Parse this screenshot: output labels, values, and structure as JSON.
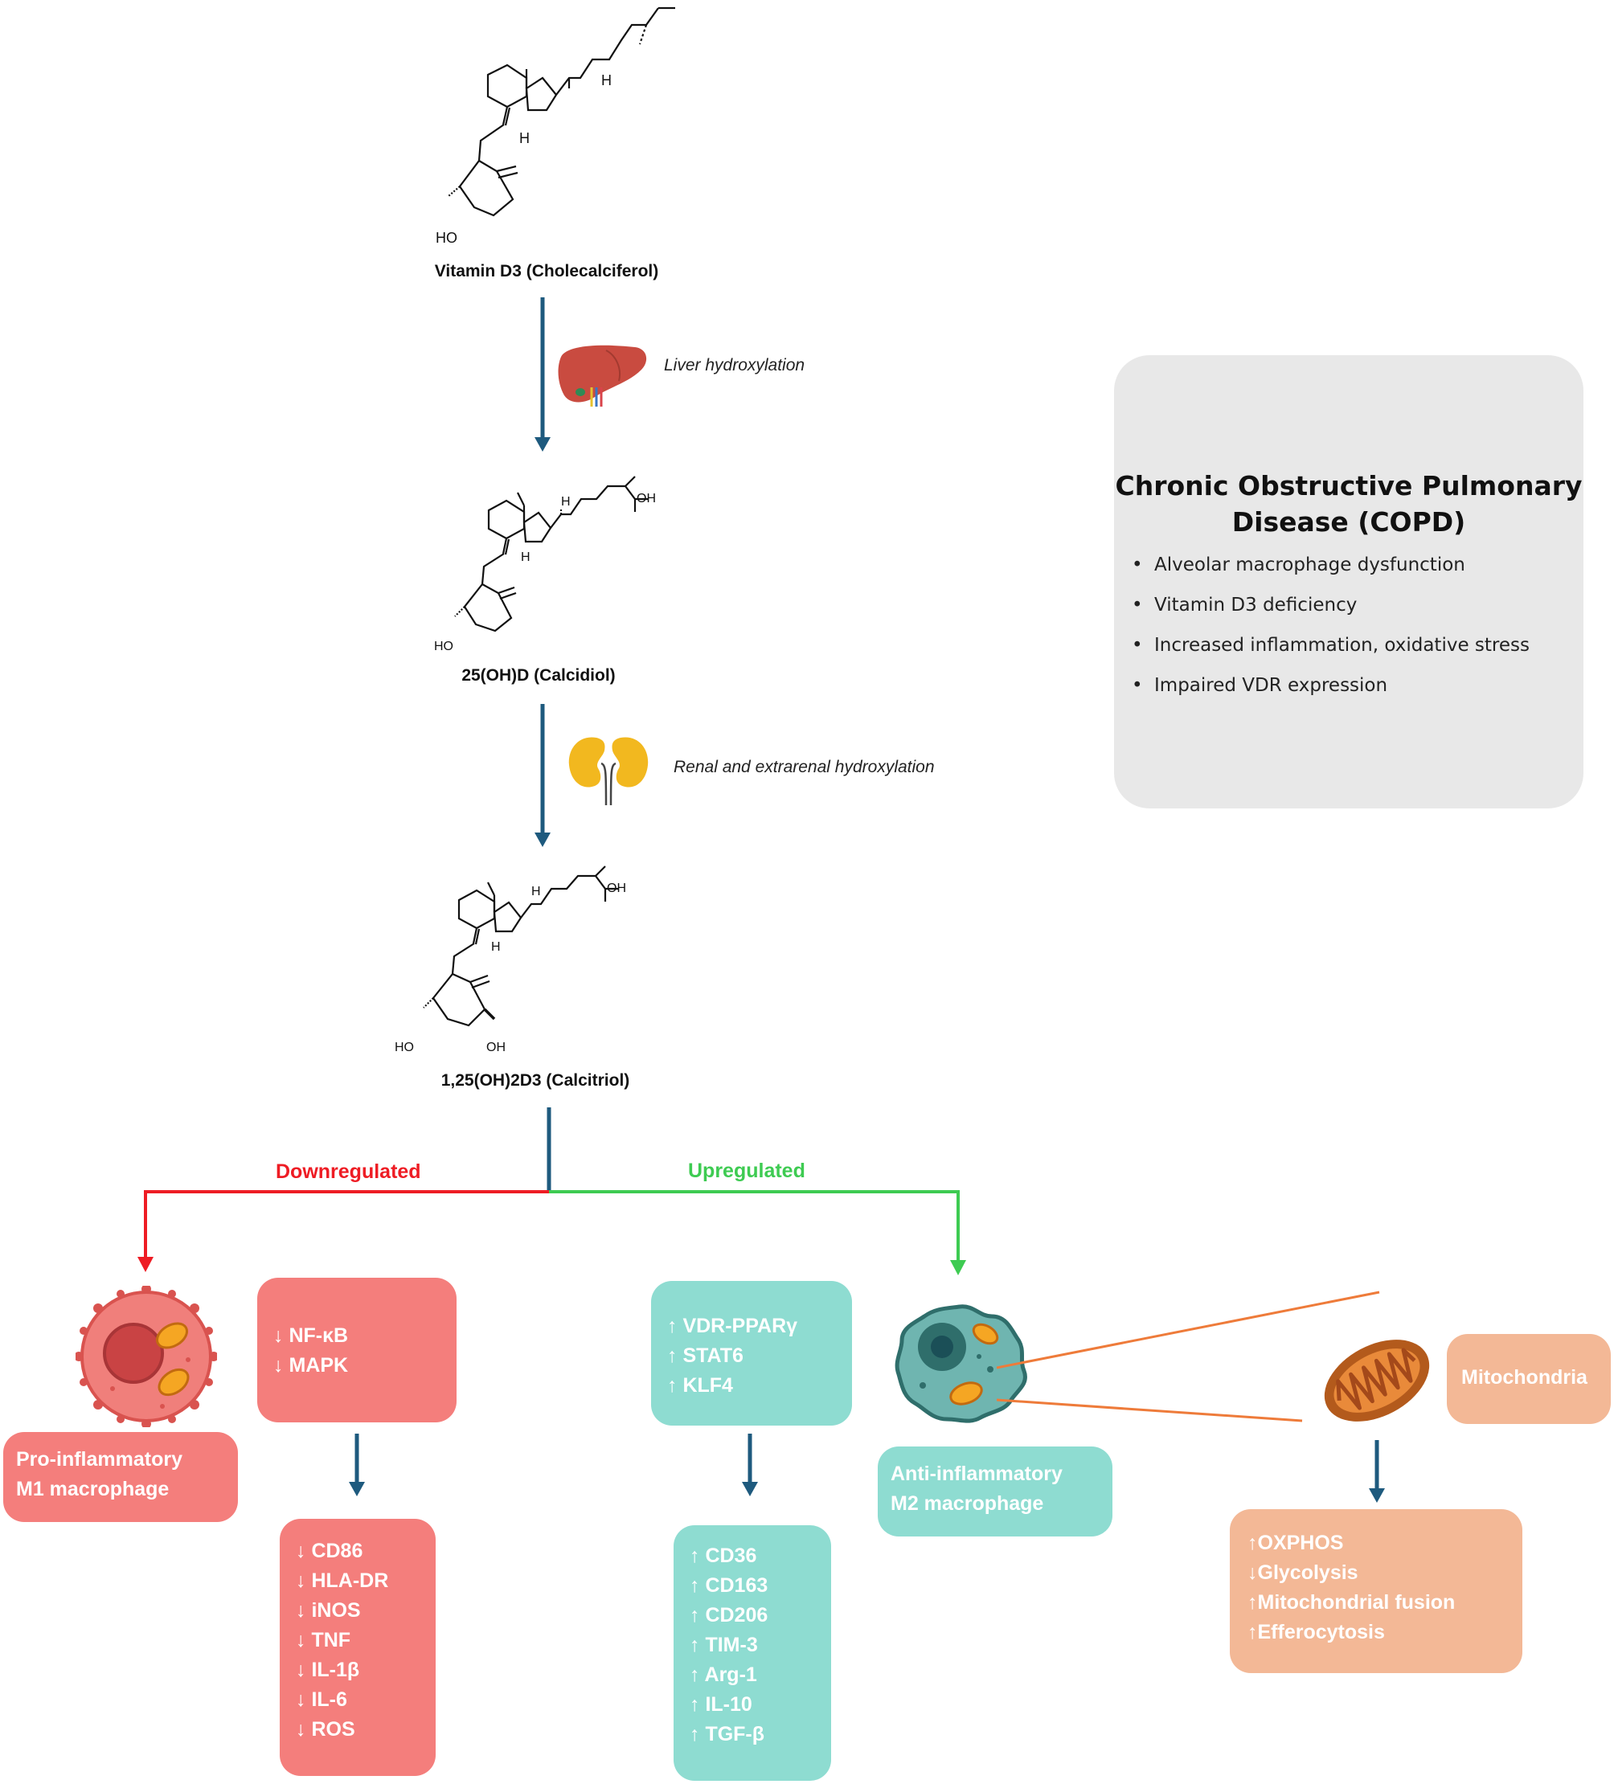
{
  "compounds": {
    "vitamin_d3": {
      "label": "Vitamin D3 (Cholecalciferol)",
      "atom_labels": {
        "h_upper": "H",
        "h_lower": "H",
        "ho": "HO"
      }
    },
    "calcidiol": {
      "label": "25(OH)D (Calcidiol)",
      "atom_labels": {
        "h_upper": "H",
        "h_lower": "H",
        "ho": "HO",
        "oh_chain": "OH"
      }
    },
    "calcitriol": {
      "label": "1,25(OH)2D3 (Calcitriol)",
      "atom_labels": {
        "h_upper": "H",
        "h_lower": "H",
        "ho": "HO",
        "oh_chain": "OH",
        "oh_ring": "OH"
      }
    }
  },
  "steps": {
    "liver": "Liver hydroxylation",
    "renal": "Renal and extrarenal hydroxylation"
  },
  "copd_box": {
    "title_line1": "Chronic Obstructive Pulmonary",
    "title_line2": "Disease (COPD)",
    "bullets": [
      "Alveolar macrophage dysfunction",
      "Vitamin D3 deficiency",
      "Increased inflammation, oxidative stress",
      "Impaired VDR expression"
    ]
  },
  "branches": {
    "downregulated": "Downregulated",
    "upregulated": "Upregulated"
  },
  "m1": {
    "label_line1": "Pro-inflammatory",
    "label_line2": "M1 macrophage",
    "pathways": [
      "↓ NF-κB",
      "↓ MAPK"
    ],
    "markers": [
      "↓ CD86",
      "↓ HLA-DR",
      "↓ iNOS",
      "↓ TNF",
      "↓ IL-1β",
      "↓ IL-6",
      "↓ ROS"
    ]
  },
  "m2": {
    "label_line1": "Anti-inflammatory",
    "label_line2": "M2 macrophage",
    "pathways": [
      "↑ VDR-PPARγ",
      "↑ STAT6",
      "↑ KLF4"
    ],
    "markers": [
      "↑ CD36",
      "↑ CD163",
      "↑ CD206",
      "↑ TIM-3",
      "↑ Arg-1",
      "↑ IL-10",
      "↑ TGF-β"
    ]
  },
  "mito": {
    "label": "Mitochondria",
    "effects": [
      "↑OXPHOS",
      "↓Glycolysis",
      "↑Mitochondrial fusion",
      "↑Efferocytosis"
    ]
  },
  "colors": {
    "arrow_blue": "#1e5a7e",
    "down_red": "#ee1c24",
    "up_green": "#3ecb52",
    "m1_box": "#f47e7c",
    "m2_box": "#8edcd1",
    "mito_box": "#f3b896",
    "copd_bg": "#e8e8e8",
    "zoom_line": "#ee7b3a"
  },
  "icons": [
    "liver-icon",
    "kidney-icon",
    "m1-macrophage-icon",
    "m2-macrophage-icon",
    "mitochondrion-icon"
  ]
}
